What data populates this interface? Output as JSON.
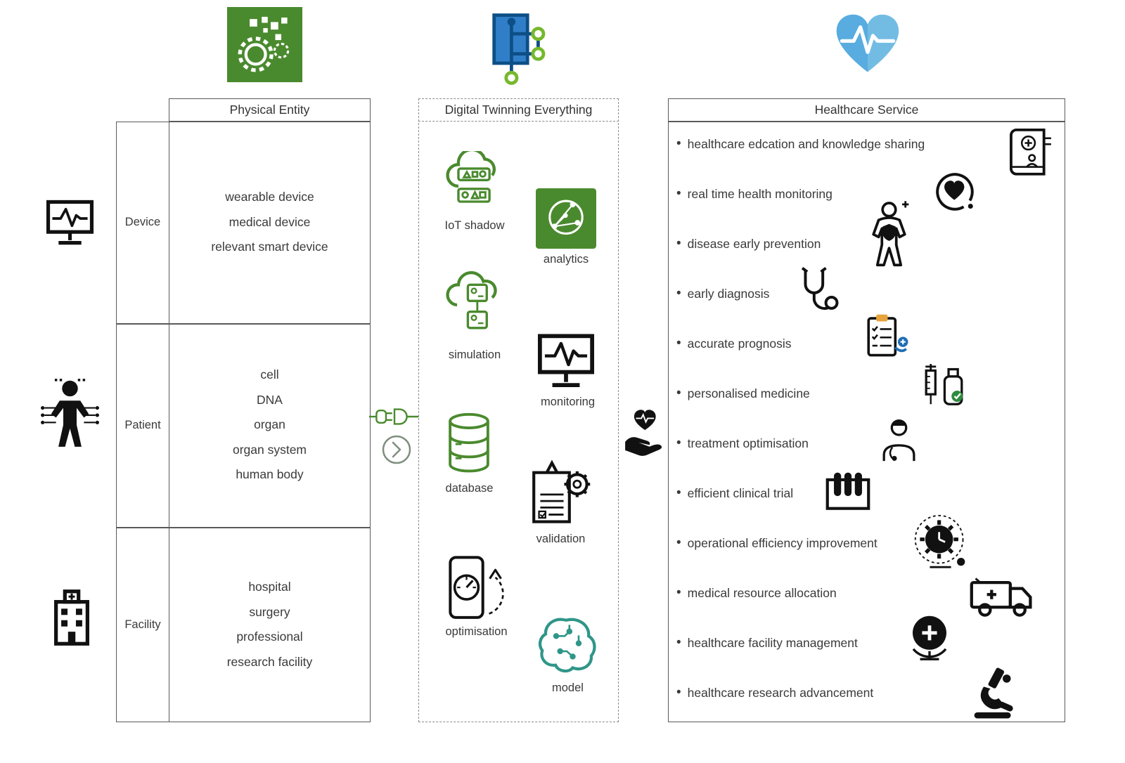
{
  "physical": {
    "title": "Physical Entity",
    "icon": "gear-qr-icon",
    "rows": [
      {
        "label": "Device",
        "icon": "ecg-monitor-icon",
        "items": [
          "wearable device",
          "medical device",
          "relevant smart device"
        ]
      },
      {
        "label": "Patient",
        "icon": "patient-circuit-icon",
        "items": [
          "cell",
          "DNA",
          "organ",
          "organ system",
          "human body"
        ]
      },
      {
        "label": "Facility",
        "icon": "hospital-building-icon",
        "items": [
          "hospital",
          "surgery",
          "professional",
          "research facility"
        ]
      }
    ]
  },
  "digital": {
    "title": "Digital Twinning Everything",
    "icon": "network-nodes-icon",
    "items": [
      {
        "label": "IoT shadow",
        "icon": "iot-cloud-icon"
      },
      {
        "label": "analytics",
        "icon": "analytics-globe-icon"
      },
      {
        "label": "simulation",
        "icon": "simulation-cloud-icon"
      },
      {
        "label": "monitoring",
        "icon": "monitor-pulse-icon"
      },
      {
        "label": "database",
        "icon": "database-icon"
      },
      {
        "label": "validation",
        "icon": "validation-doc-gear-icon"
      },
      {
        "label": "optimisation",
        "icon": "phone-gauge-icon"
      },
      {
        "label": "model",
        "icon": "brain-circuit-icon"
      }
    ]
  },
  "healthcare": {
    "title": "Healthcare Service",
    "icon": "heart-pulse-icon",
    "items": [
      {
        "label": "healthcare edcation and knowledge sharing",
        "icon": "medical-book-icon"
      },
      {
        "label": "real time health monitoring",
        "icon": "heart-pulse-circle-icon"
      },
      {
        "label": "disease early prevention",
        "icon": "immunity-person-icon"
      },
      {
        "label": "early diagnosis",
        "icon": "stethoscope-icon"
      },
      {
        "label": "accurate prognosis",
        "icon": "diagnosis-clipboard-icon"
      },
      {
        "label": "personalised medicine",
        "icon": "syringe-vaccine-icon"
      },
      {
        "label": "treatment optimisation",
        "icon": "doctor-icon"
      },
      {
        "label": "efficient clinical trial",
        "icon": "test-tubes-icon"
      },
      {
        "label": "operational efficiency improvement",
        "icon": "gear-clock-icon"
      },
      {
        "label": "medical resource allocation",
        "icon": "ambulance-icon"
      },
      {
        "label": "healthcare facility management",
        "icon": "globe-cross-icon"
      },
      {
        "label": "healthcare research advancement",
        "icon": "microscope-icon"
      }
    ]
  },
  "connectors": [
    {
      "icon": "plug-connector-icon"
    },
    {
      "icon": "chevron-circle-icon"
    },
    {
      "icon": "hand-heart-icon"
    }
  ],
  "colors": {
    "green": "#4a8a2e",
    "teal": "#2f9688",
    "blue": "#1f6fb5",
    "dark_blue": "#0d4f86",
    "lime_green": "#76b82d",
    "light_blue": "#72bce4",
    "ink": "#1b1b1b",
    "text": "#3a3a3a",
    "border": "#5a5a5a"
  }
}
